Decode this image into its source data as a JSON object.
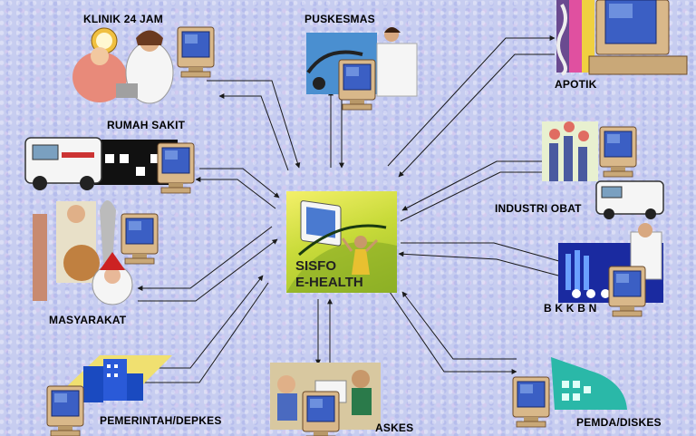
{
  "center": {
    "line1": "SISFO",
    "line2": "E-HEALTH"
  },
  "nodes": {
    "klinik": "KLINIK 24 JAM",
    "puskesmas": "PUSKESMAS",
    "apotik": "APOTIK",
    "rumah_sakit": "RUMAH SAKIT",
    "industri_obat": "INDUSTRI OBAT",
    "masyarakat": "MASYARAKAT",
    "bkkbn": "B K K B N",
    "pemerintah": "PEMERINTAH/DEPKES",
    "askes": "ASKES",
    "pemda": "PEMDA/DISKES"
  },
  "colors": {
    "background": "#c7cdf0",
    "center_bg": "#c9db3a",
    "arrow": "#1a1a1a",
    "monitor_body": "#d9b88a",
    "monitor_screen": "#3b5fc4"
  }
}
